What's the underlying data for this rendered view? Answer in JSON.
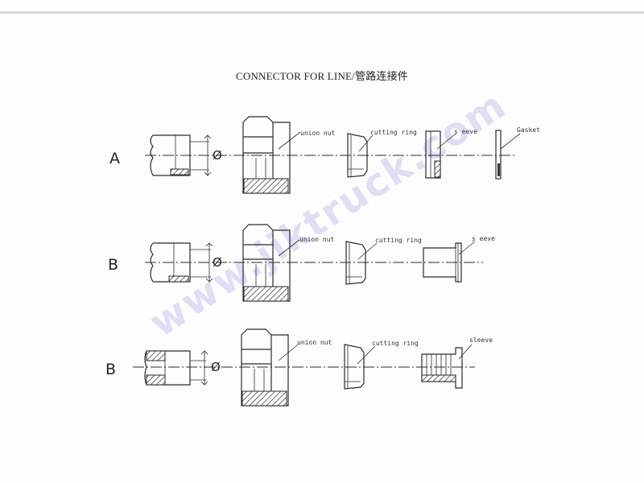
{
  "title": "CONNECTOR FOR LINE/管路连接件",
  "watermark": "www.jiktruck.com",
  "diameter_symbol": "Ø",
  "rows": [
    {
      "letter": "A",
      "labels": [
        "union nut",
        "cutting ring",
        "s eeve",
        "Gasket"
      ]
    },
    {
      "letter": "B",
      "labels": [
        "union nut",
        "cutting ring",
        "s eeve"
      ]
    },
    {
      "letter": "B",
      "labels": [
        "union nut",
        "cutting ring",
        "sleeve"
      ]
    }
  ],
  "colors": {
    "line": "#2b2b2b",
    "watermark": "#c9c4ee",
    "background": "#fdfdfd"
  }
}
